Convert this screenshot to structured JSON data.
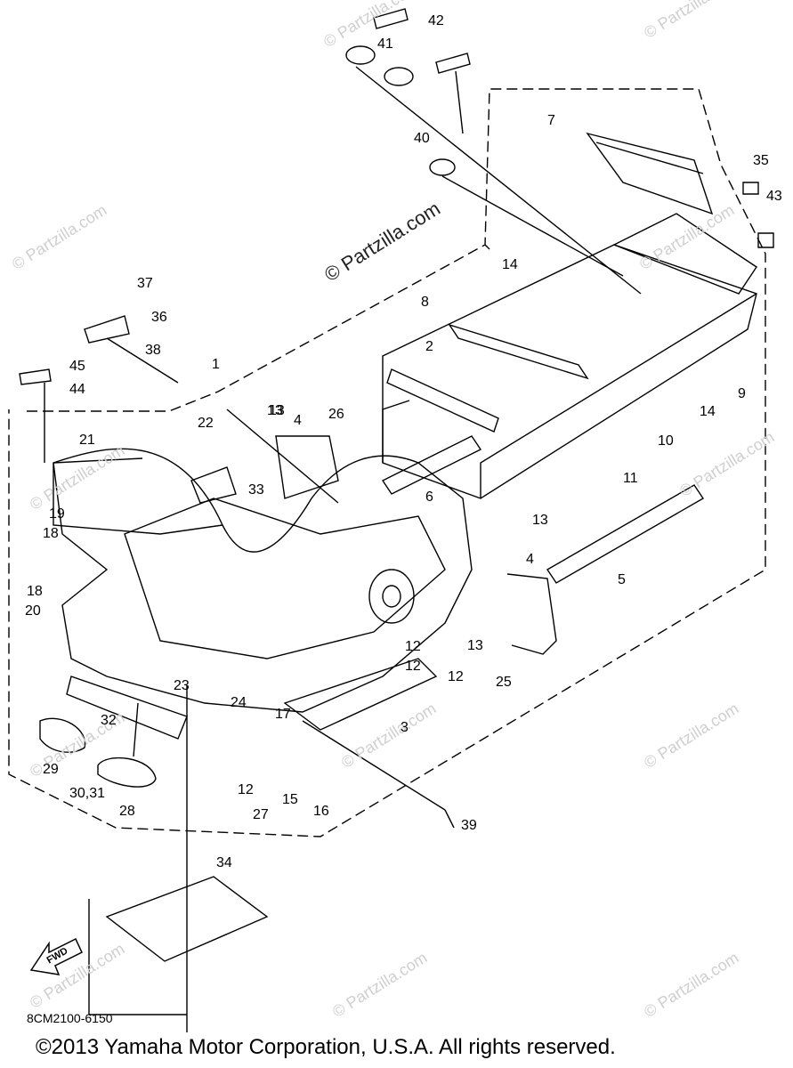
{
  "watermark_main": "© Partzilla.com",
  "watermarks": [
    "© Partzilla.com",
    "© Partzilla.com",
    "© Partzilla.com",
    "© Partzilla.com",
    "© Partzilla.com",
    "© Partzilla.com",
    "© Partzilla.com",
    "© Partzilla.com",
    "© Partzilla.com",
    "© Partzilla.com",
    "© Partzilla.com",
    "© Partzilla.com"
  ],
  "callouts": [
    "1",
    "2",
    "3",
    "4",
    "4",
    "5",
    "6",
    "7",
    "8",
    "9",
    "10",
    "11",
    "12",
    "12",
    "12",
    "12",
    "13",
    "13",
    "13",
    "13",
    "14",
    "14",
    "15",
    "16",
    "17",
    "18",
    "18",
    "19",
    "20",
    "21",
    "22",
    "23",
    "24",
    "25",
    "26",
    "27",
    "28",
    "29",
    "30,31",
    "32",
    "33",
    "34",
    "35",
    "36",
    "37",
    "38",
    "39",
    "40",
    "41",
    "42",
    "43",
    "44",
    "45"
  ],
  "fwd_label": "FWD",
  "diagram_code": "8CM2100-6150",
  "copyright": "©2013  Yamaha Motor Corporation, U.S.A. All rights reserved."
}
